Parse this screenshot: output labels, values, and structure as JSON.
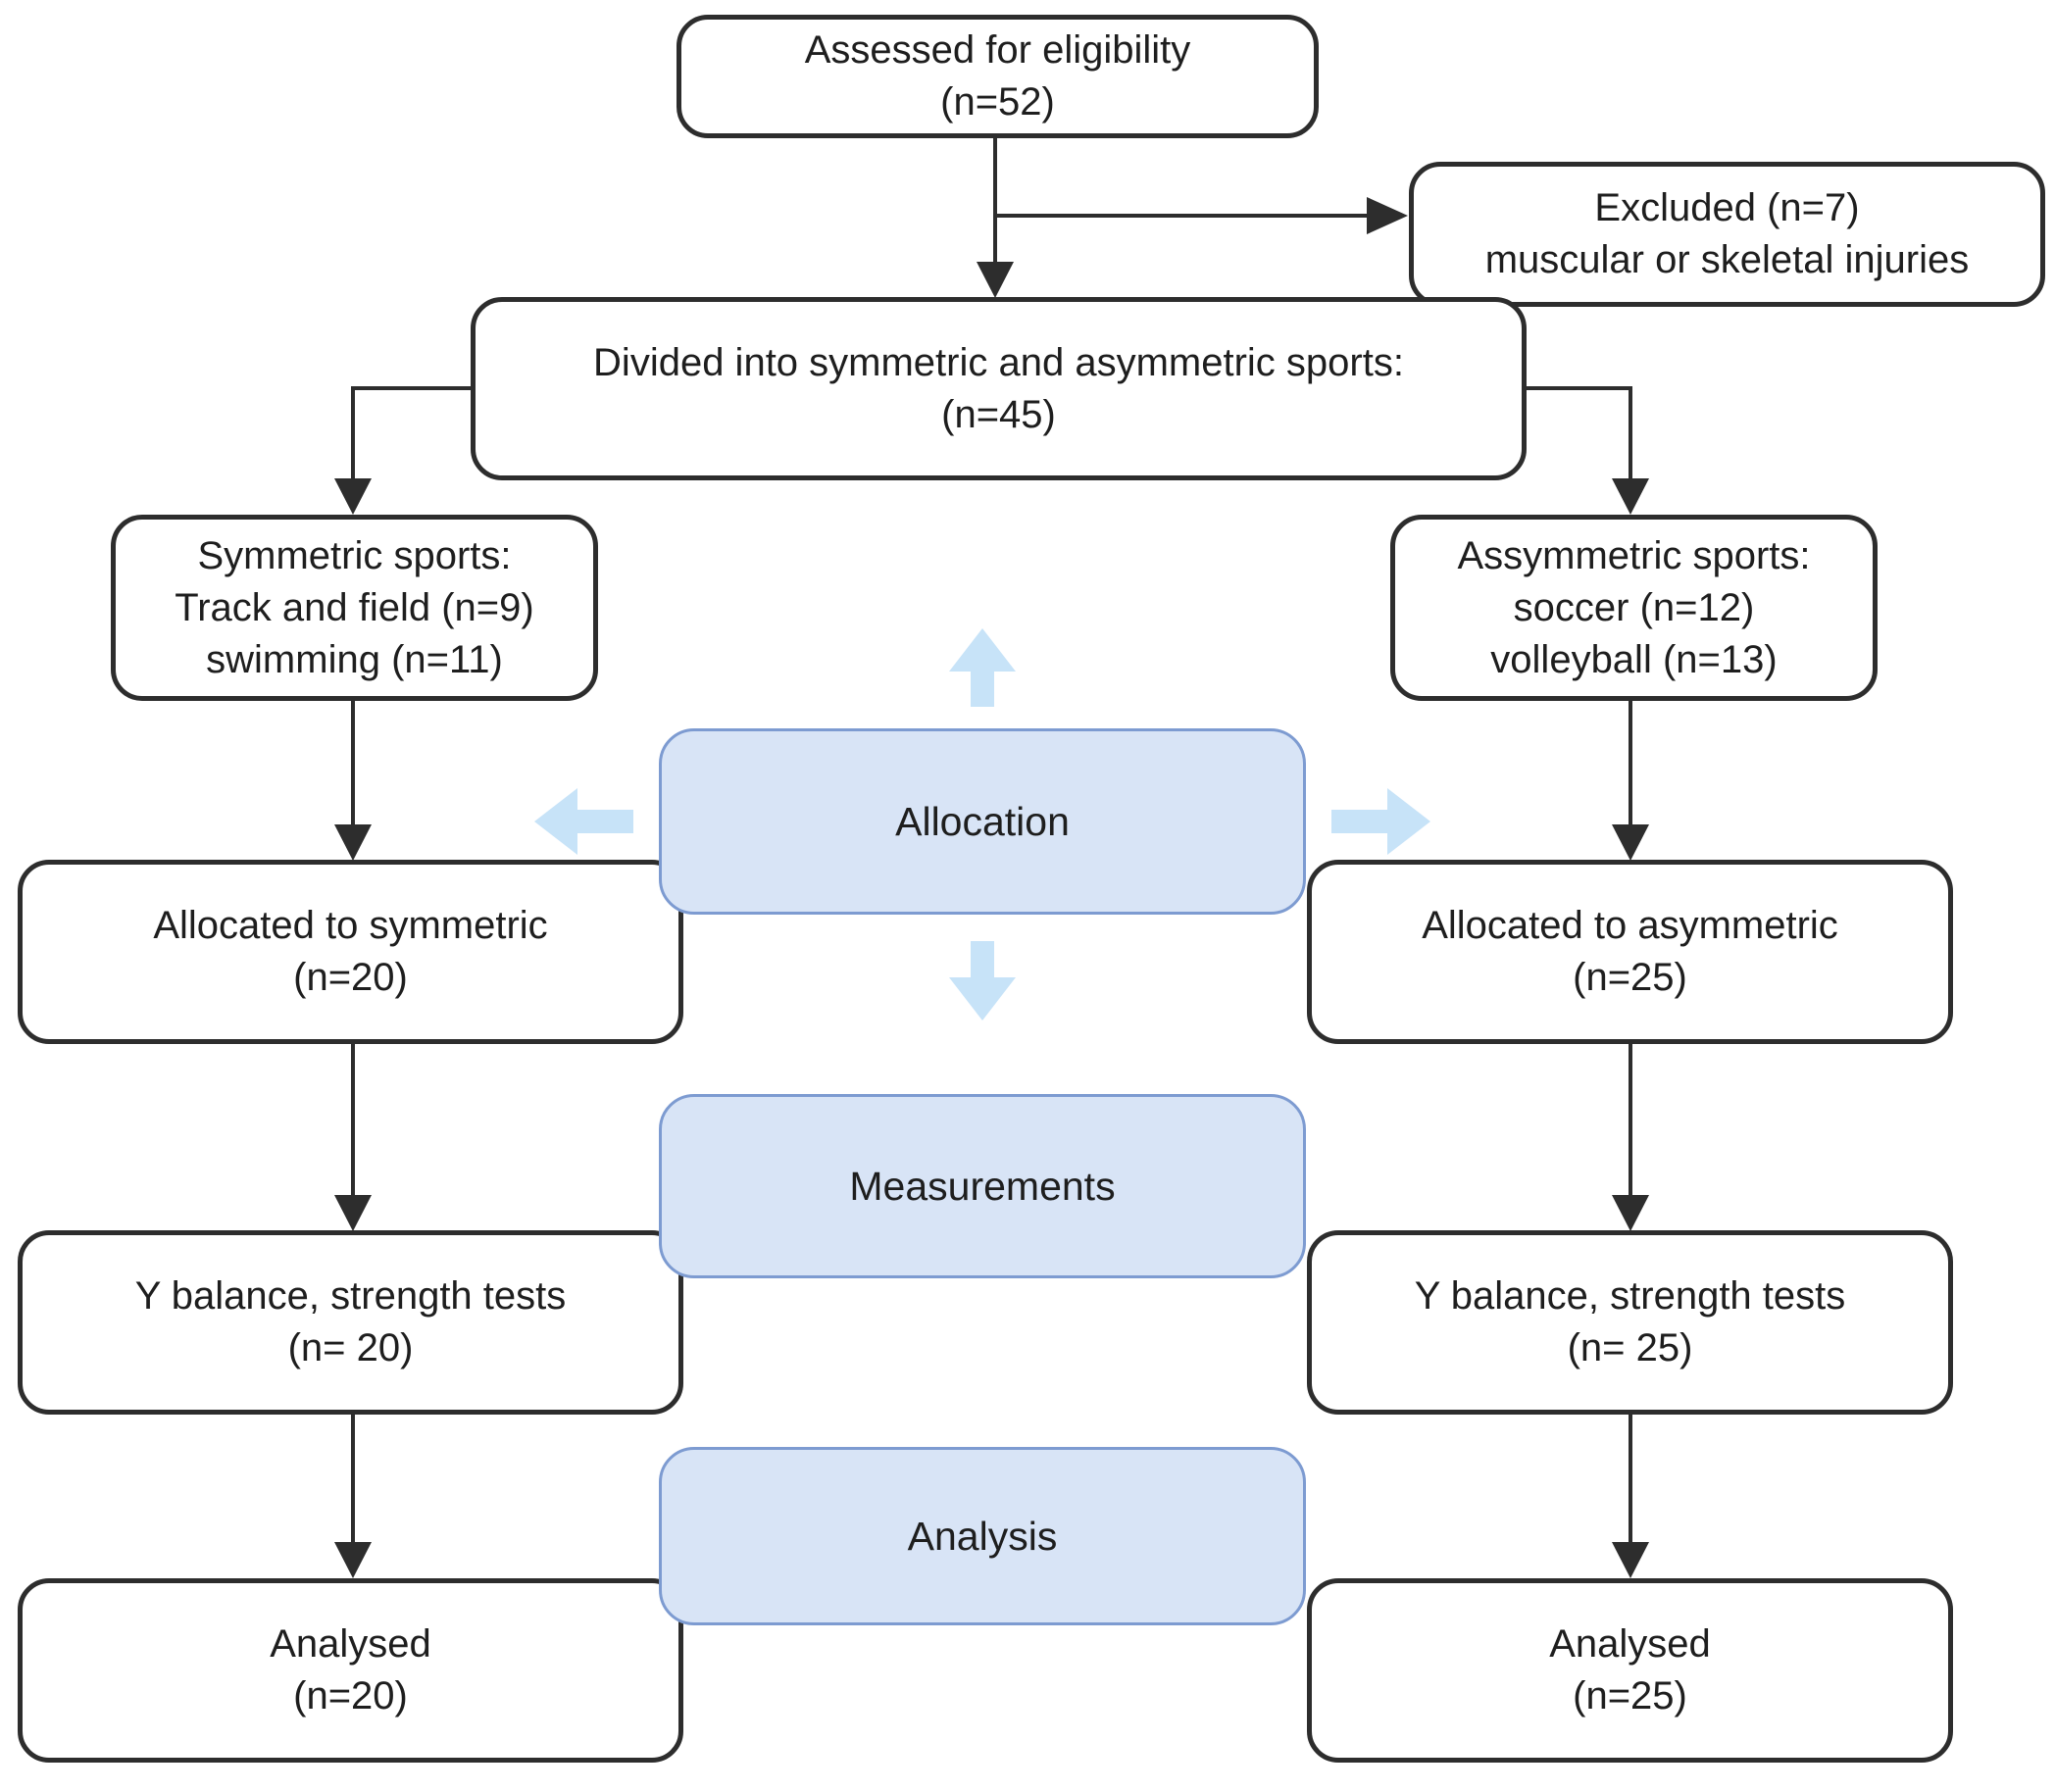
{
  "colors": {
    "background": "#ffffff",
    "line": "#2d2d2d",
    "box_fill": "#ffffff",
    "box_border": "#2d2d2d",
    "stage_fill": "#d8e4f6",
    "stage_border": "#7d9bd1",
    "pale_arrow": "#c7e3f8",
    "text": "#1e1e1e"
  },
  "nodes": {
    "assessed": {
      "lines": [
        "Assessed for eligibility",
        "(n=52)"
      ]
    },
    "excluded": {
      "lines": [
        "Excluded (n=7)",
        "muscular or skeletal injuries"
      ]
    },
    "divided": {
      "lines": [
        "Divided into symmetric and asymmetric sports:",
        "(n=45)"
      ]
    },
    "symmetric_sports": {
      "lines": [
        "Symmetric sports:",
        "Track and field (n=9)",
        "swimming (n=11)"
      ]
    },
    "asymmetric_sports": {
      "lines": [
        "Assymmetric sports:",
        "soccer (n=12)",
        "volleyball (n=13)"
      ]
    },
    "allocated_symmetric": {
      "lines": [
        "Allocated to symmetric",
        "(n=20)"
      ]
    },
    "allocated_asymmetric": {
      "lines": [
        "Allocated to asymmetric",
        "(n=25)"
      ]
    },
    "measured_symmetric": {
      "lines": [
        "Y balance, strength tests",
        "(n= 20)"
      ]
    },
    "measured_asymmetric": {
      "lines": [
        "Y balance, strength tests",
        "(n= 25)"
      ]
    },
    "analysed_symmetric": {
      "lines": [
        "Analysed",
        "(n=20)"
      ]
    },
    "analysed_asymmetric": {
      "lines": [
        "Analysed",
        "(n=25)"
      ]
    }
  },
  "stages": {
    "allocation": {
      "label": "Allocation"
    },
    "measurements": {
      "label": "Measurements"
    },
    "analysis": {
      "label": "Analysis"
    }
  }
}
